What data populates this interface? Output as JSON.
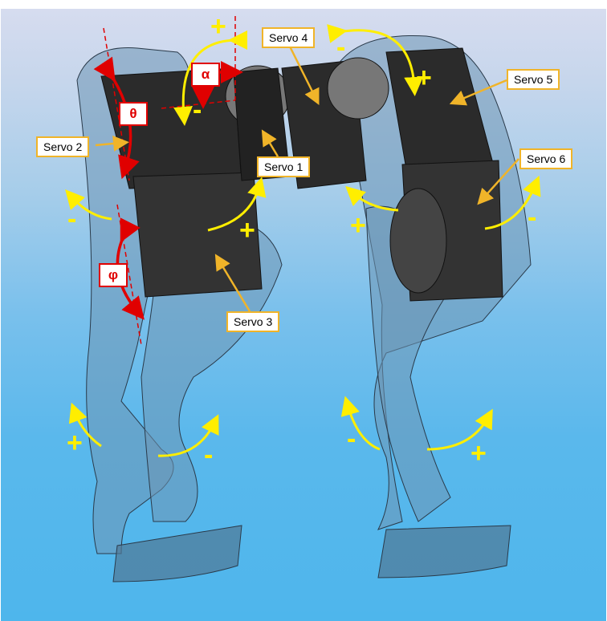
{
  "figure": {
    "subject": "Biped robot leg assembly with servo motors and rotation directions",
    "background_colors": [
      "#d6dcef",
      "#4eb6ec"
    ],
    "annotation_colors": {
      "label_border": "#f0b429",
      "angle": "#e00000",
      "direction_arrow": "#ffee00"
    }
  },
  "servo_labels": [
    {
      "id": 1,
      "text": "Servo 1"
    },
    {
      "id": 2,
      "text": "Servo 2"
    },
    {
      "id": 3,
      "text": "Servo 3"
    },
    {
      "id": 4,
      "text": "Servo 4"
    },
    {
      "id": 5,
      "text": "Servo 5"
    },
    {
      "id": 6,
      "text": "Servo 6"
    }
  ],
  "angle_labels": {
    "alpha": "α",
    "theta": "θ",
    "phi": "φ"
  },
  "signs": {
    "plus": "+",
    "minus": "-"
  }
}
